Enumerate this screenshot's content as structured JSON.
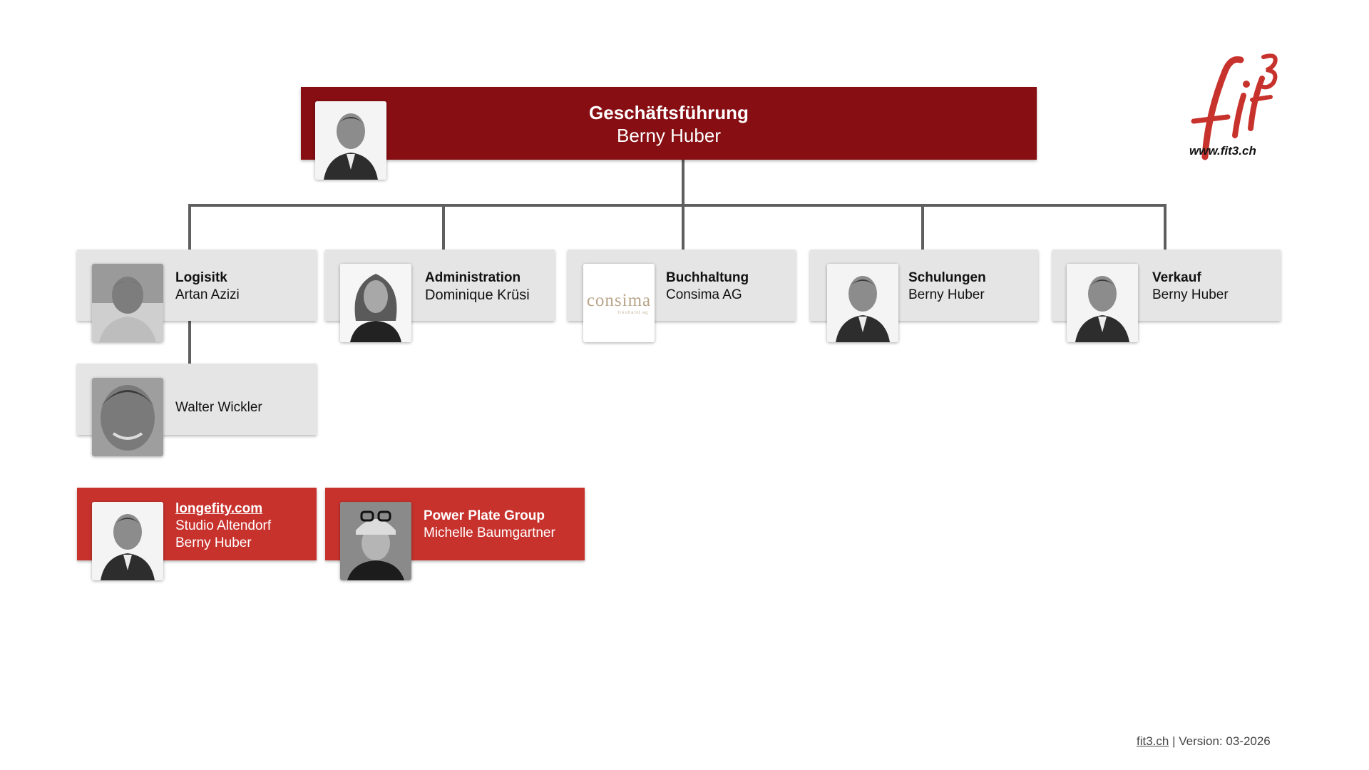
{
  "org": {
    "top": {
      "title": "Geschäftsführung",
      "name": "Berny Huber"
    },
    "logistik": {
      "title": "Logisitk",
      "name": "Artan Azizi"
    },
    "administration": {
      "title": "Administration",
      "name": "Dominique Krüsi"
    },
    "buchhaltung": {
      "title": "Buchhaltung",
      "name": "Consima AG",
      "logo_text": "consima",
      "logo_sub": "treuhand ag"
    },
    "schulungen": {
      "title": "Schulungen",
      "name": "Berny Huber"
    },
    "verkauf": {
      "title": "Verkauf",
      "name": "Berny Huber"
    },
    "logistik_sub": {
      "name": "Walter Wickler"
    },
    "longefity": {
      "link": "longefity.com",
      "line2": "Studio Altendorf",
      "line3": "Berny Huber"
    },
    "powerplate": {
      "title": "Power Plate Group",
      "name": "Michelle Baumgartner"
    }
  },
  "logo": {
    "mark": "fit3",
    "url": "www.fit3.ch"
  },
  "footer": {
    "link": "fit3.ch",
    "version": " | Version: 03-2026"
  },
  "colors": {
    "dark_red": "#870e12",
    "red": "#c8322d",
    "gray_box": "#e6e5e6",
    "connector": "#5f5f5f"
  }
}
